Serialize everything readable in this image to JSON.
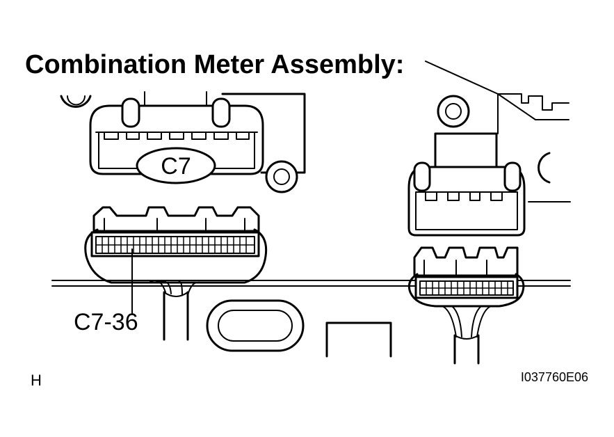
{
  "diagram": {
    "title": "Combination Meter Assembly:",
    "connector_label": "C7",
    "terminal_label": "C7-36",
    "corner_letter": "H",
    "figure_code": "I037760E06"
  }
}
